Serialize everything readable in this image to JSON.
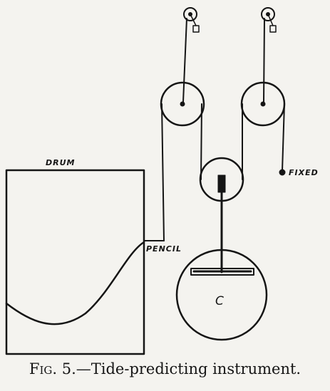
{
  "diagram": {
    "labels": {
      "drum": "DRUM",
      "pencil": "PENCIL",
      "fixed": "FIXED",
      "weight": "C"
    }
  },
  "caption": {
    "fig": "Fig. 5.",
    "dash": "—",
    "text": "Tide-predicting instrument."
  },
  "colors": {
    "ink": "#151515",
    "paper": "#f4f3ef"
  }
}
